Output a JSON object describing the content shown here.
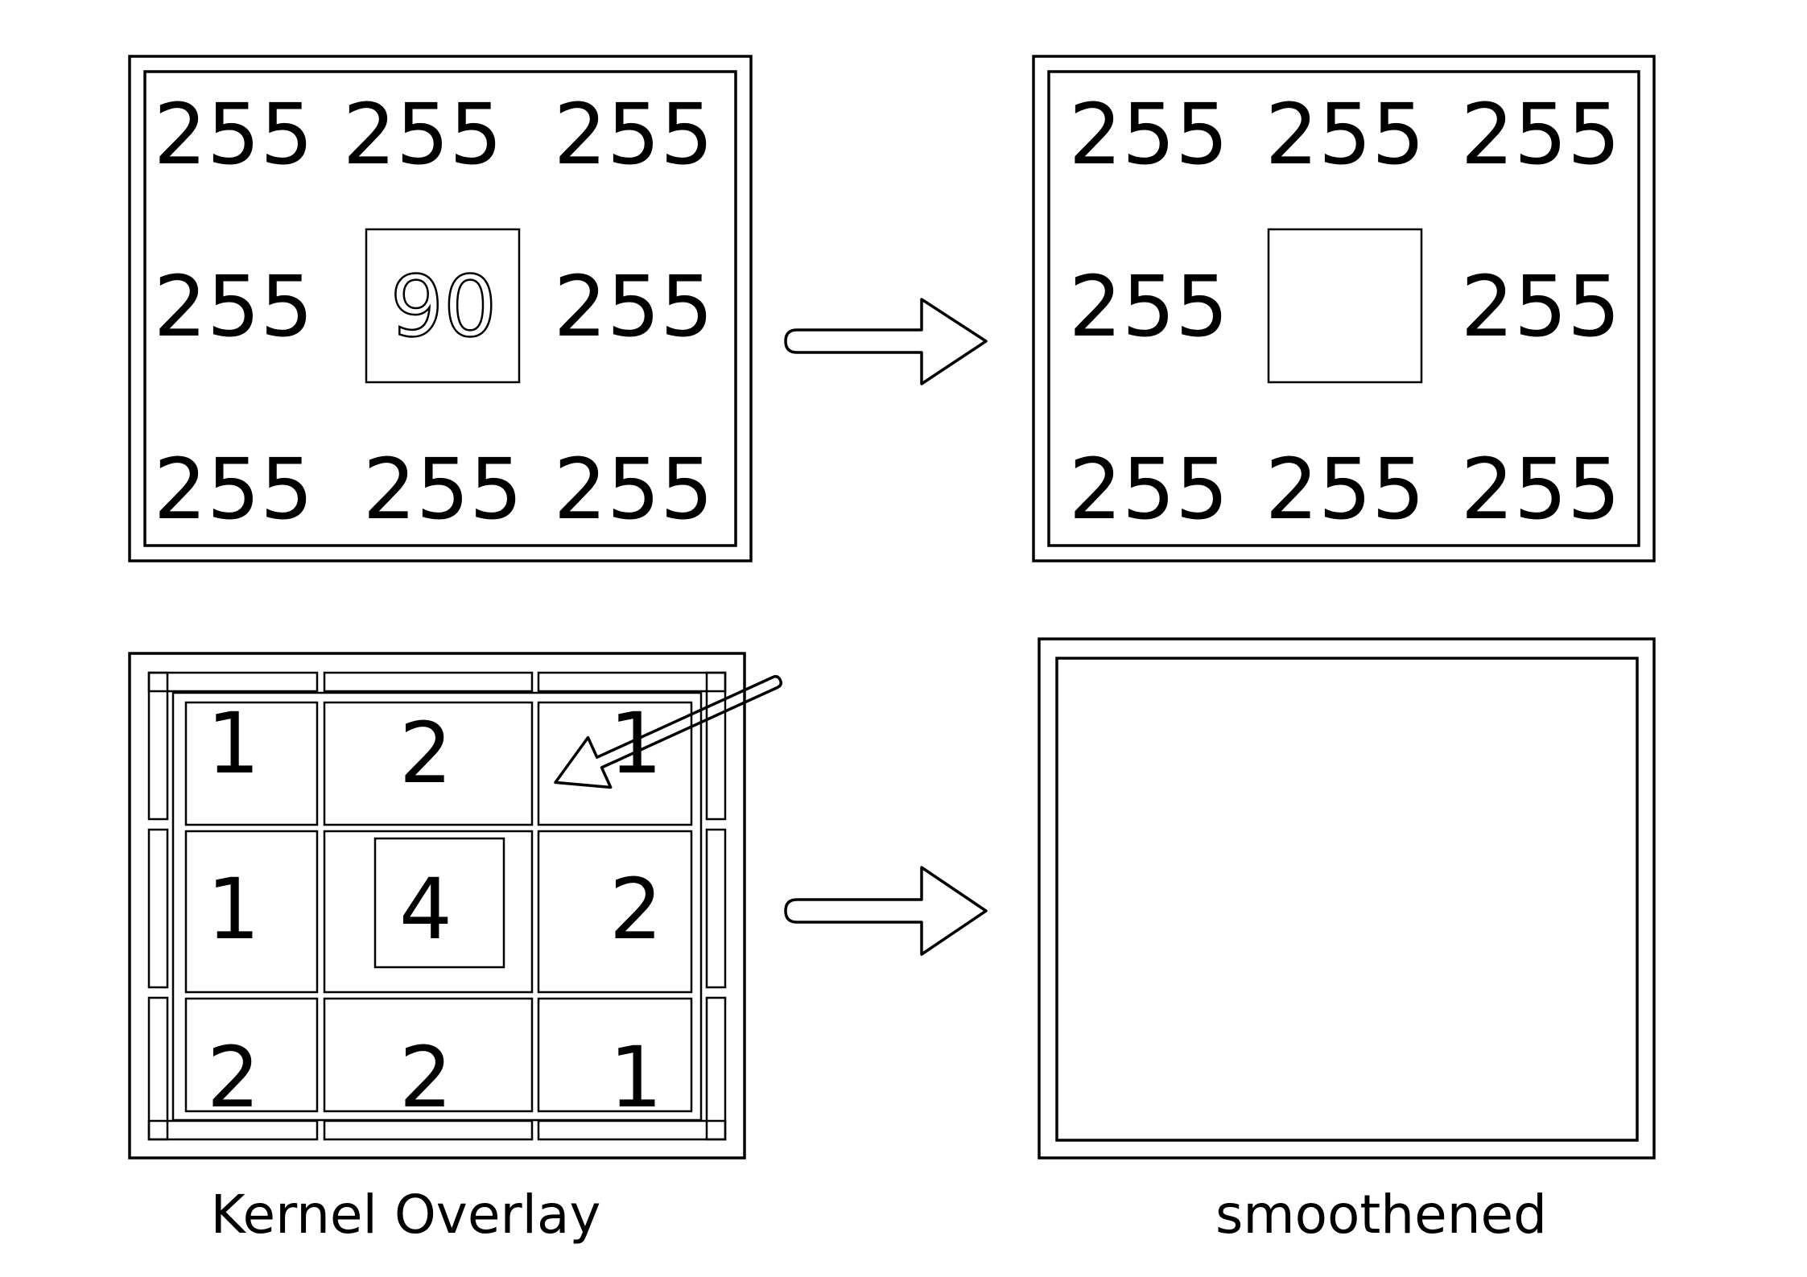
{
  "input_grid": {
    "values": [
      "255",
      "255",
      "255",
      "255",
      "90",
      "255",
      "255",
      "255",
      "255"
    ]
  },
  "intermediate_grid": {
    "values": [
      "255",
      "255",
      "255",
      "255",
      "",
      "255",
      "255",
      "255",
      "255"
    ]
  },
  "kernel": {
    "values": [
      "1",
      "2",
      "1",
      "1",
      "4",
      "2",
      "2",
      "2",
      "1"
    ],
    "caption": "Kernel Overlay"
  },
  "output": {
    "caption": "smoothened"
  }
}
